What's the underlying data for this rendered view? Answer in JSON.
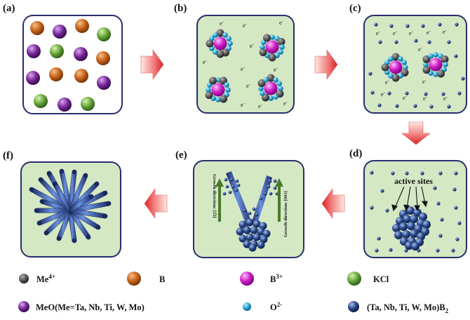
{
  "panels": {
    "a": "(a)",
    "b": "(b)",
    "c": "(c)",
    "d": "(d)",
    "e": "(e)",
    "f": "(f)"
  },
  "electron": "e",
  "electron_sup": "-",
  "active_sites": "active sites",
  "growth_left": "Growth direction: [1̅2]",
  "growth_right": "Growth direction: [001]",
  "legend": {
    "me4": {
      "text": "Me",
      "sup": "4+"
    },
    "b": {
      "text": "B"
    },
    "b3": {
      "text": "B",
      "sup": "3+"
    },
    "kcl": {
      "text": "KCl"
    },
    "meo": {
      "text": "MeO(Me=Ta, Nb, Ti, W, Mo)"
    },
    "o2": {
      "text": "O",
      "sup": "2-"
    },
    "boride": {
      "text": "(Ta, Nb, Ti, W, Mo)B",
      "sub": "2"
    }
  },
  "colors": {
    "panel_fill": "#d4e8c4",
    "panel_border": "#2a2d6e",
    "me4": "#555555",
    "boron": "#c8641a",
    "b3": "#d020c8",
    "kcl": "#6aa83a",
    "meo": "#7a2a9a",
    "o2": "#2aa8d8",
    "boride": "#2a4a8a",
    "arrow": "#e84040"
  }
}
